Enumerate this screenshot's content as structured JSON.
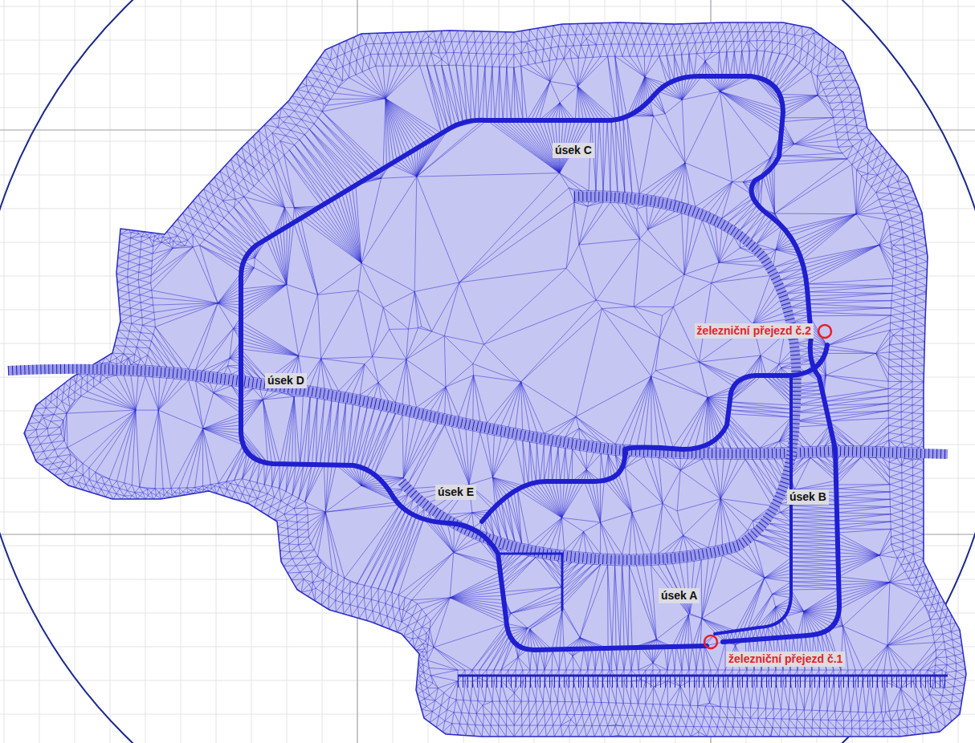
{
  "diagram": {
    "labels": [
      "úsek C",
      "železniční přejezd č.2",
      "úsek D",
      "úsek E",
      "úsek B",
      "úsek A",
      "železniční přejezd č.1"
    ]
  }
}
